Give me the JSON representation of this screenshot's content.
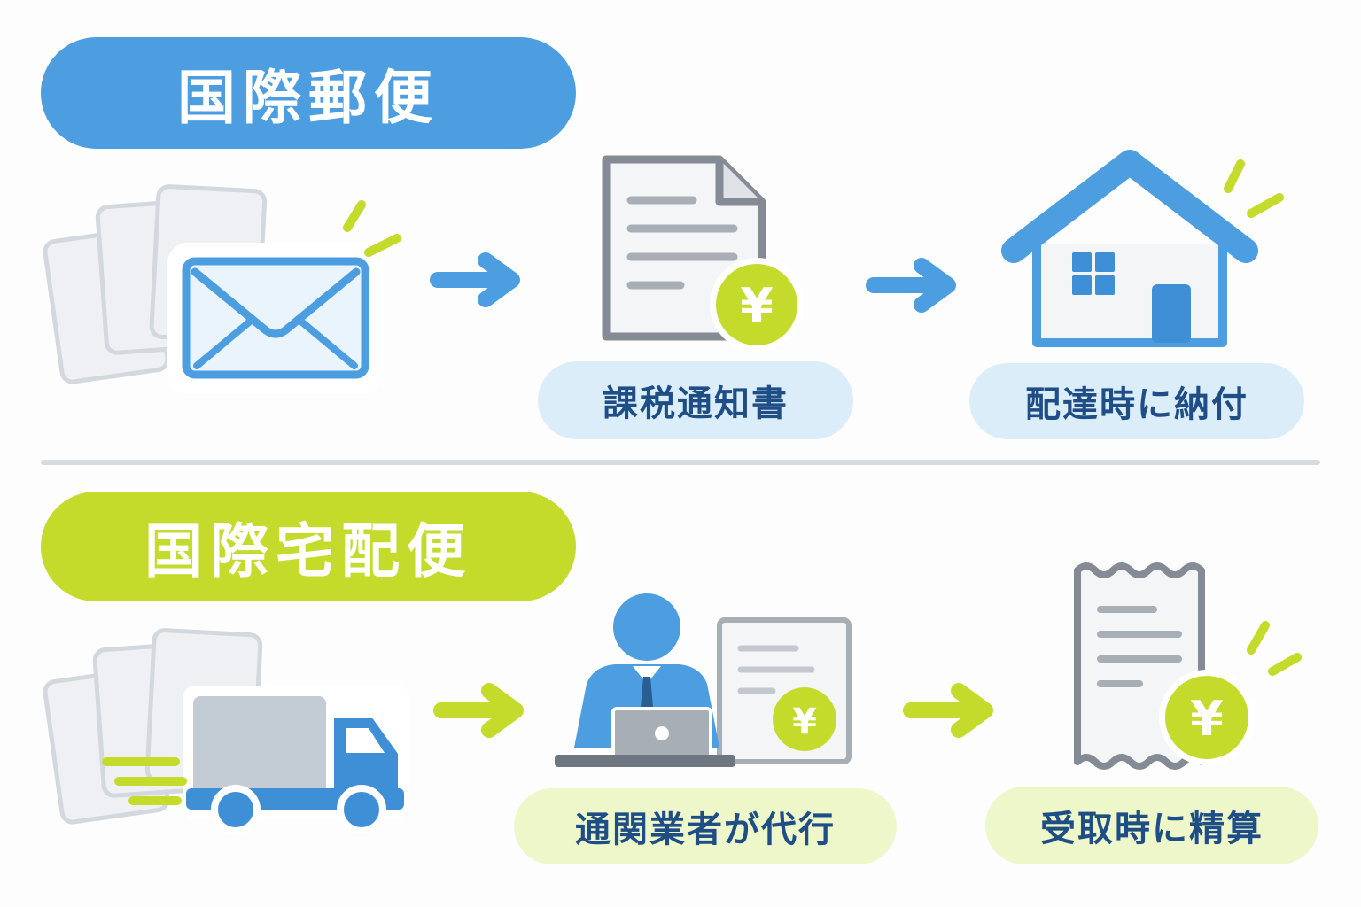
{
  "colors": {
    "blue": "#4c9ee0",
    "green": "#c5db2c",
    "label_blue_bg": "#dcedfa",
    "label_green_bg": "#eef7c9",
    "label_text": "#1f4e86",
    "gray": "#8b929b",
    "divider": "#d6dbe2"
  },
  "postal": {
    "title": "国際郵便",
    "steps": [
      {
        "icon": "envelope-with-parcels-icon"
      },
      {
        "icon": "tax-notice-document-yen-icon",
        "label": "課税通知書"
      },
      {
        "icon": "house-icon",
        "label": "配達時に納付"
      }
    ]
  },
  "courier": {
    "title": "国際宅配便",
    "steps": [
      {
        "icon": "delivery-truck-with-parcels-icon"
      },
      {
        "icon": "customs-broker-laptop-icon",
        "label": "通関業者が代行"
      },
      {
        "icon": "receipt-yen-icon",
        "label": "受取時に精算"
      }
    ]
  },
  "yen_symbol": "¥"
}
